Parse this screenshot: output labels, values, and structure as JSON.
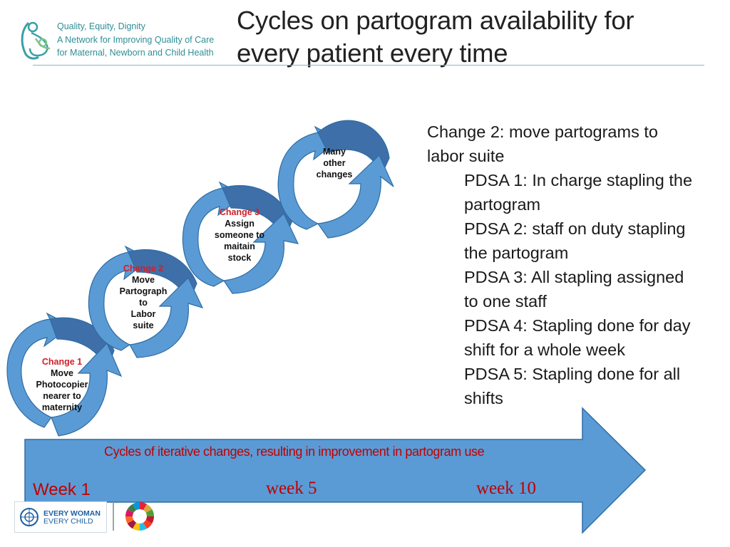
{
  "header": {
    "title_line1": "Cycles on partogram availability for",
    "title_line2": "every patient every time",
    "logo_line1": "Quality, Equity, Dignity",
    "logo_line2": "A Network for Improving Quality of Care",
    "logo_line3": "for Maternal, Newborn and Child Health"
  },
  "cycles": [
    {
      "change_label": "Change 1",
      "lines": [
        "Move",
        "Photocopier",
        "nearer to",
        "maternity"
      ]
    },
    {
      "change_label": "Change 2",
      "lines": [
        "Move",
        "Partograph",
        "to",
        "Labor",
        "suite"
      ]
    },
    {
      "change_label": "Change 3",
      "lines": [
        "Assign",
        "someone to",
        "maitain",
        "stock"
      ]
    },
    {
      "change_label": "",
      "lines": [
        "Many",
        "other",
        "changes"
      ]
    }
  ],
  "side_notes": {
    "heading_line1": "Change 2: move partograms to",
    "heading_line2": "labor suite",
    "items": [
      {
        "line1": "PDSA 1: In charge stapling the",
        "line2": "partogram"
      },
      {
        "line1": "PDSA 2: staff on duty stapling",
        "line2": "the partogram"
      },
      {
        "line1": "PDSA 3: All stapling assigned",
        "line2": "to one staff"
      },
      {
        "line1": "PDSA 4: Stapling done for day",
        "line2": "shift for a whole week"
      },
      {
        "line1": "PDSA 5: Stapling done for all",
        "line2": "shifts"
      }
    ]
  },
  "timeline": {
    "caption": "Cycles of iterative changes, resulting in improvement in partogram use",
    "week_start": "Week 1",
    "week_mid": "week 5",
    "week_end": "week 10"
  },
  "footer": {
    "ewec_line1": "EVERY WOMAN",
    "ewec_line2": "EVERY CHILD"
  },
  "colors": {
    "arrow_fill": "#5b9bd5",
    "arrow_stroke": "#2e6da4",
    "cycle_dark": "#3f6fa8",
    "cycle_light": "#5b9bd5",
    "change_red": "#d0202a",
    "week_red": "#c00000",
    "logo_teal": "#2f8e96"
  },
  "icons": {
    "network_logo": "mother-child-icon",
    "ewec_logo": "un-emblem-icon",
    "sdg_logo": "sdg-wheel-icon"
  }
}
